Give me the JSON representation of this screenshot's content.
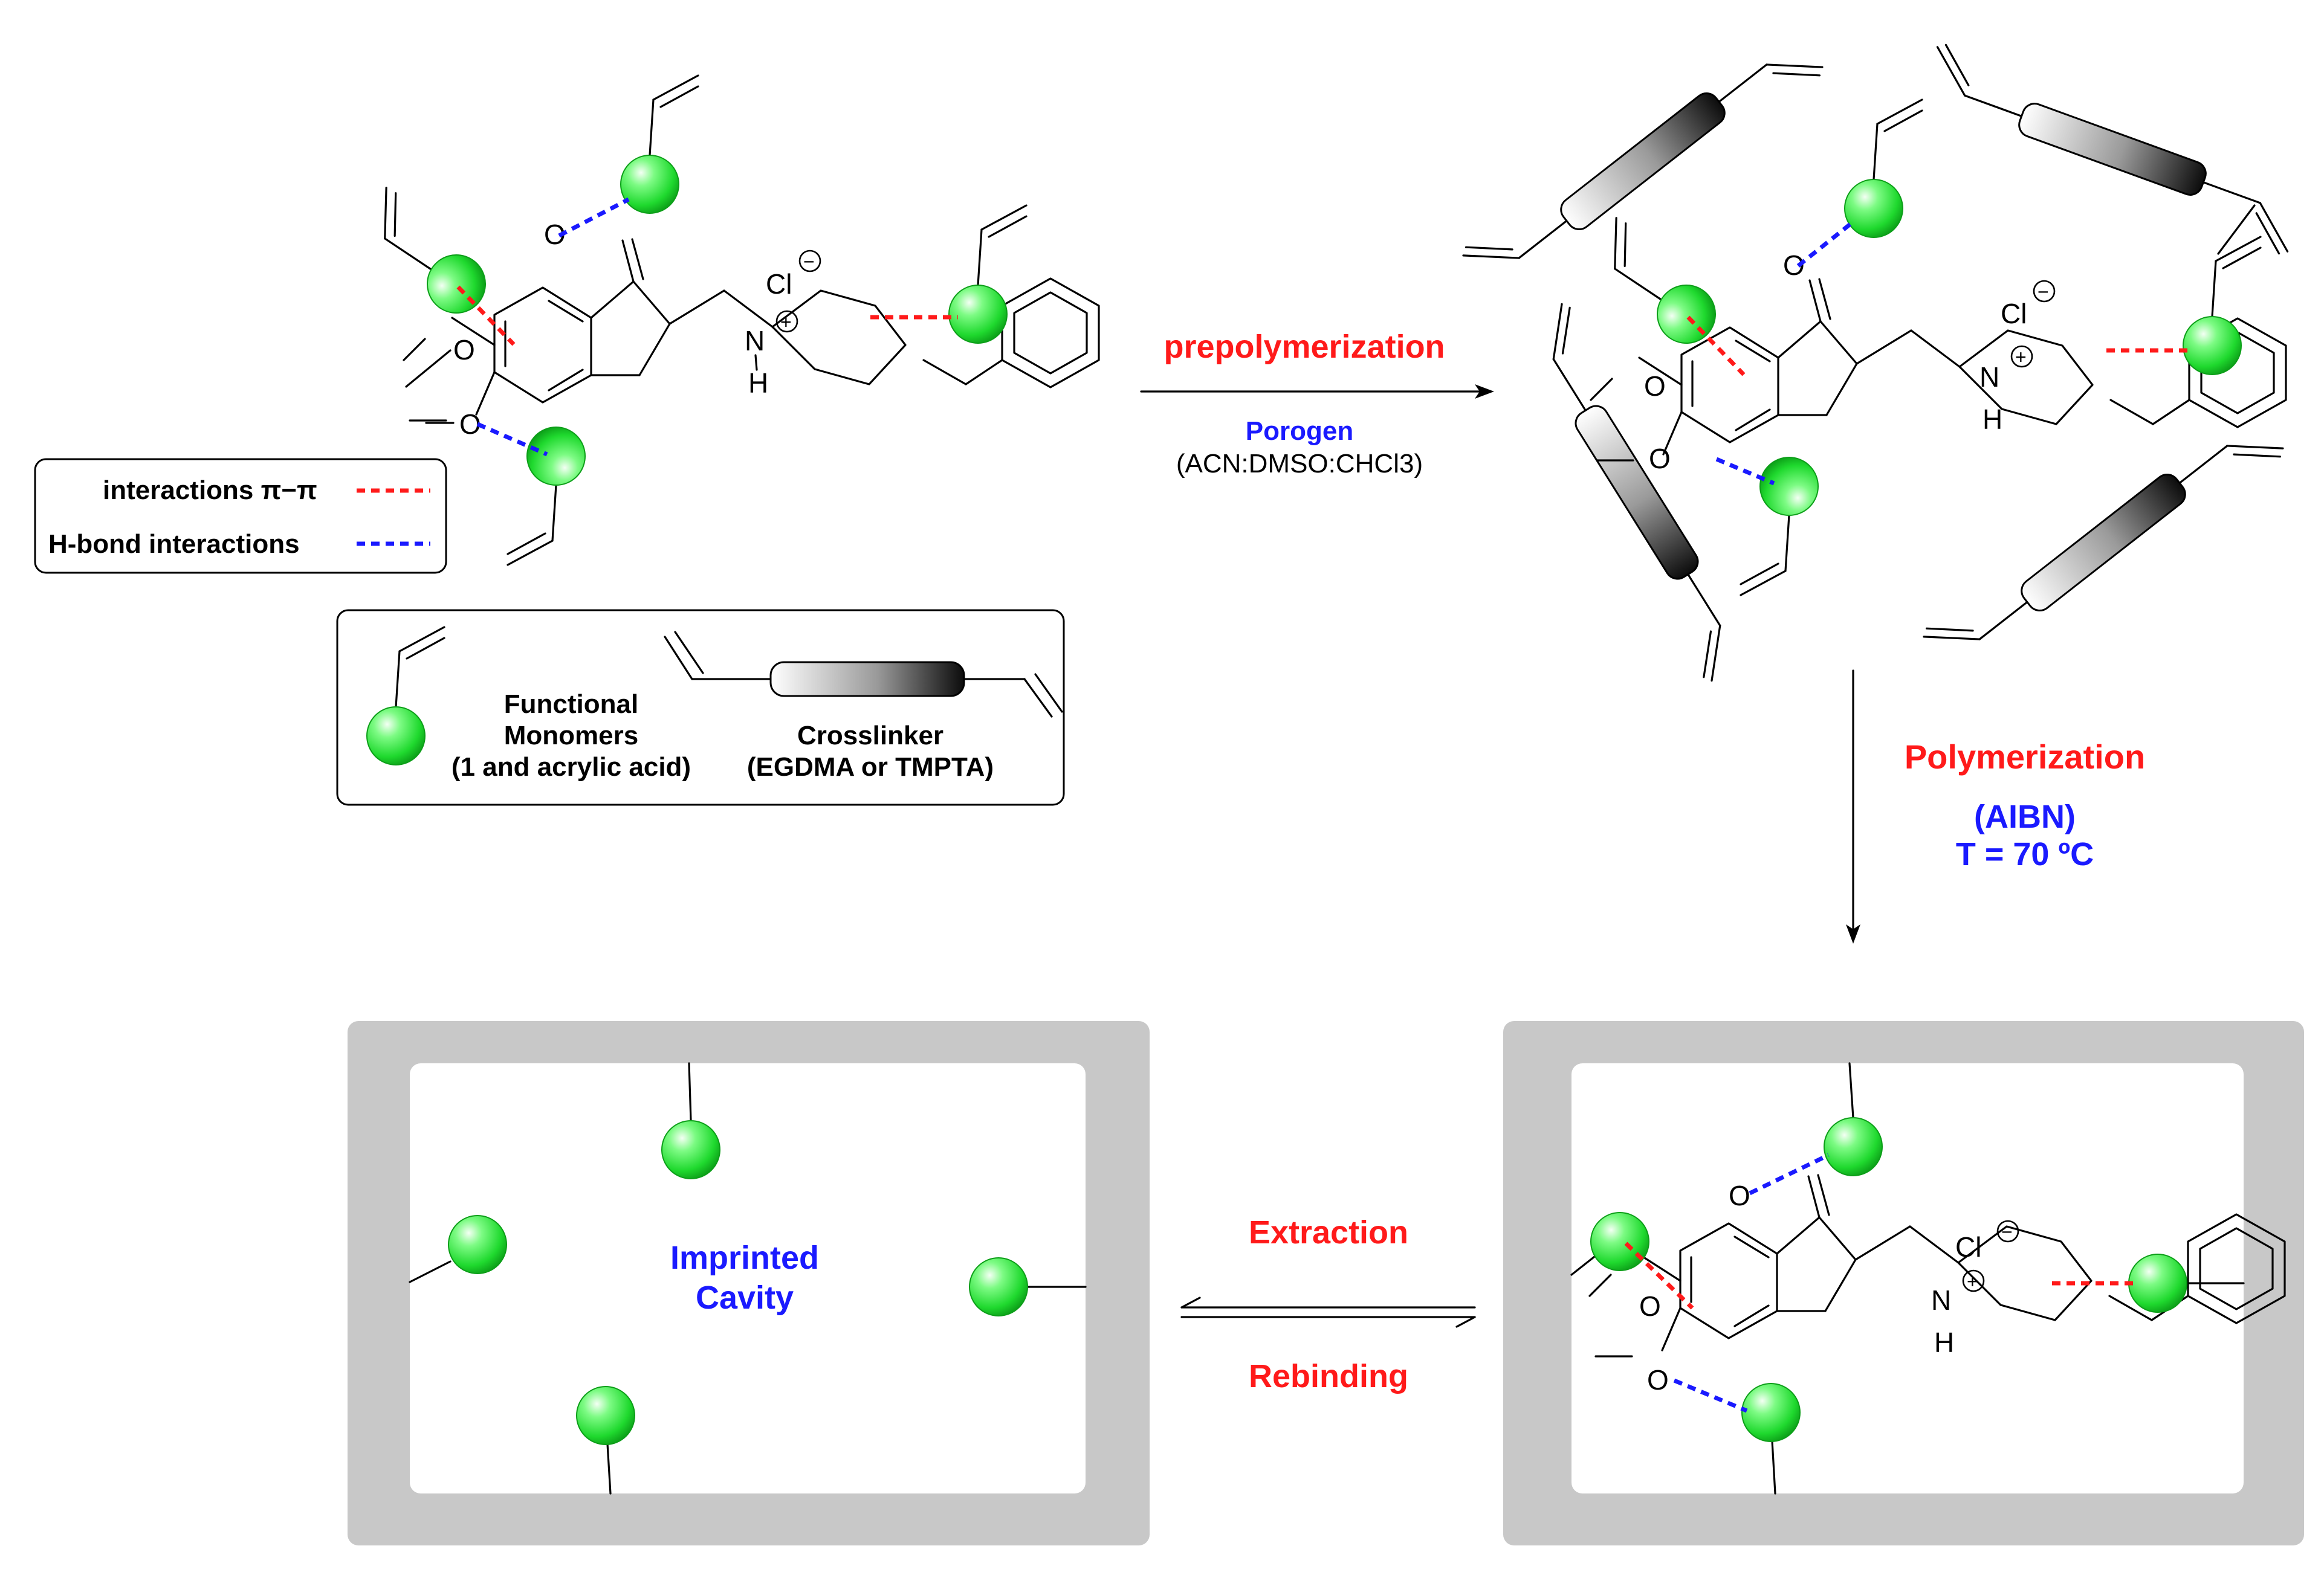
{
  "atoms": {
    "oxygen": "O",
    "chloride": "Cl",
    "nitrogen": "N",
    "hydrogen": "H",
    "plus": "+",
    "minus": "−"
  },
  "legend": {
    "pi_label": "interactions π−π",
    "hbond_label": "H-bond interactions"
  },
  "key_box": {
    "monomer_line1": "Functional",
    "monomer_line2": "Monomers",
    "monomer_line3": "(1 and acrylic acid)",
    "crosslinker_line1": "Crosslinker",
    "crosslinker_line2": "(EGDMA or TMPTA)"
  },
  "step1": {
    "title": "prepolymerization",
    "porogen": "Porogen",
    "solvent": "(ACN:DMSO:CHCl3)"
  },
  "step2": {
    "title": "Polymerization",
    "initiator": "(AIBN)",
    "temperature": "T = 70 ºC"
  },
  "step3": {
    "forward": "Extraction",
    "reverse": "Rebinding"
  },
  "cavity": {
    "line1": "Imprinted",
    "line2": "Cavity"
  },
  "colors": {
    "pi_stacking": "#ff1a1a",
    "hydrogen_bond": "#1a1aff",
    "monomer_green": "#22dd33",
    "polymer_gray": "#c8c8c8"
  }
}
